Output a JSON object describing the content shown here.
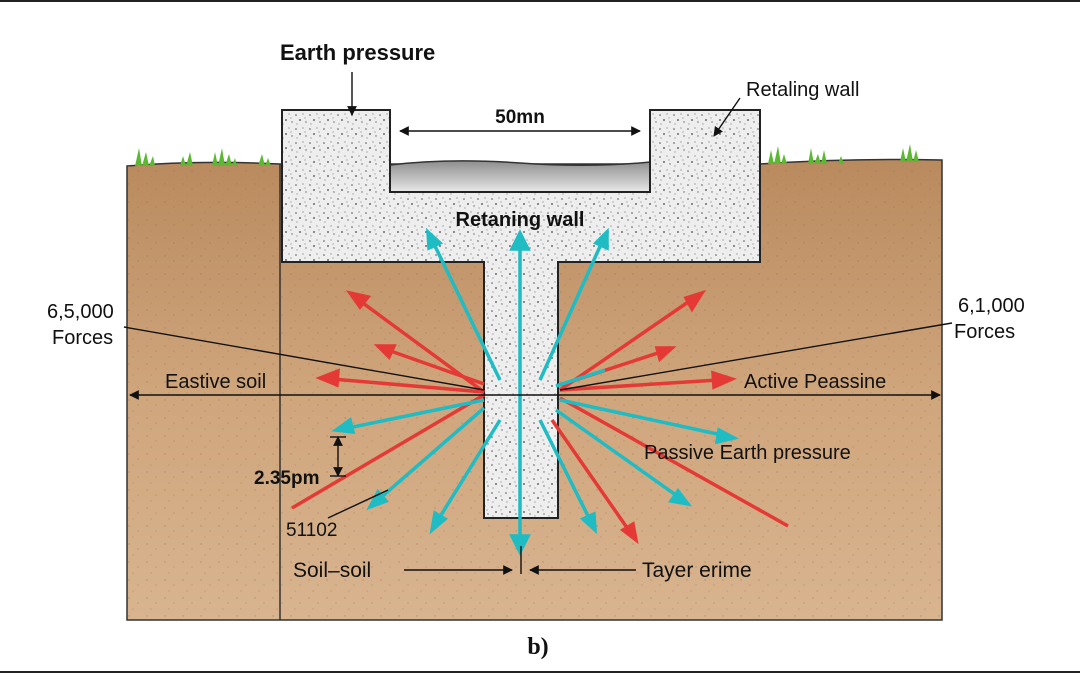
{
  "labels": {
    "earth_pressure": "Earth pressure",
    "retaining_wall_top": "Retaling wall",
    "width": "50mn",
    "retaining_wall_center": "Retaning wall",
    "left_forces_value": "6,5,000",
    "left_forces_word": "Forces",
    "right_forces_value": "6,1,000",
    "right_forces_word": "Forces",
    "eastive_soil": "Eastive soil",
    "active_passive": "Active Peassine",
    "passive_earth_pressure": "Passive Earth pressure",
    "depth": "2.35pm",
    "code": "51102",
    "soil_soil": "Soil–soil",
    "tayer_erime": "Tayer erime",
    "caption": "b)"
  },
  "colors": {
    "soil": "#c9a27b",
    "concrete": "#ececec",
    "red_arrow": "#e53935",
    "teal_arrow": "#1fbcc4",
    "grass": "#5cb832",
    "water": "#bdbdbd"
  }
}
